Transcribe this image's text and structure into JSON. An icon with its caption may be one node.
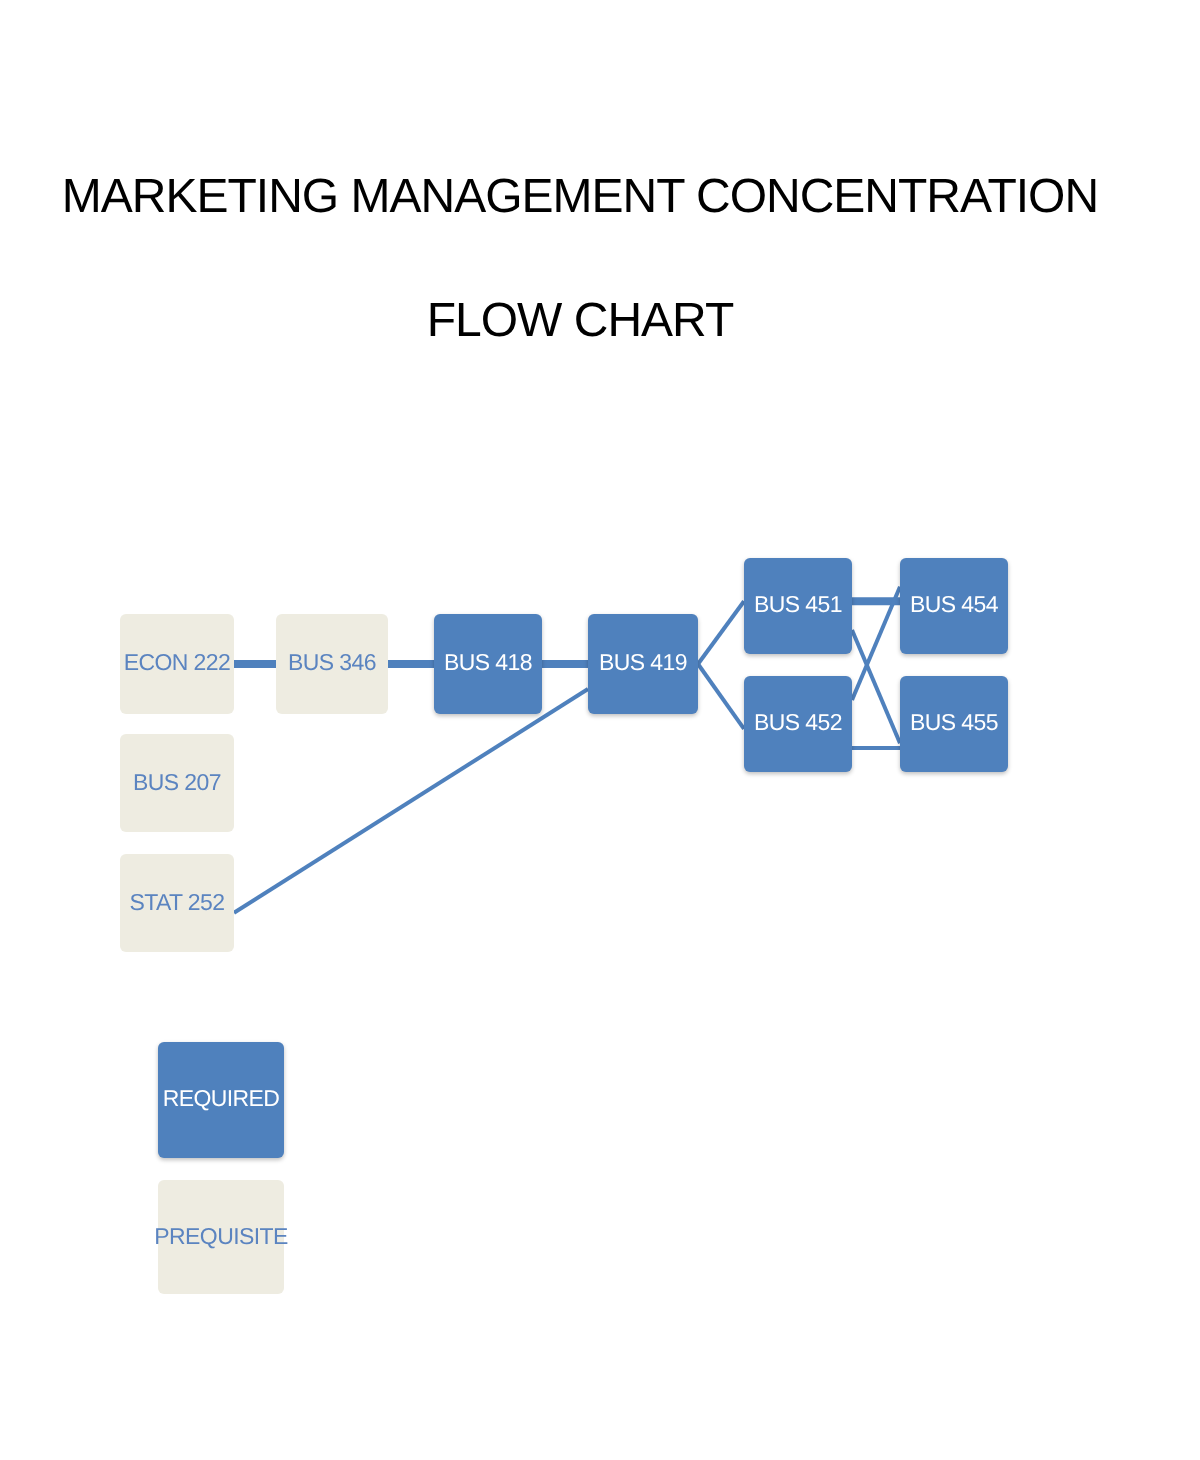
{
  "diagram": {
    "title": "MARKETING MANAGEMENT CONCENTRATION FLOW CHART",
    "nodes": [
      {
        "text": [
          "ECON 222"
        ]
      },
      {
        "text": [
          "BUS 346"
        ]
      },
      {
        "text": [
          "BUS 418"
        ]
      },
      {
        "text": [
          "BUS 419"
        ]
      },
      {
        "text": [
          "BUS 451"
        ]
      },
      {
        "text": [
          "BUS 454"
        ]
      },
      {
        "text": [
          "BUS 207"
        ]
      },
      {
        "text": [
          "BUS 452"
        ]
      },
      {
        "text": [
          "BUS 455"
        ]
      },
      {
        "text": [
          "STAT 252"
        ]
      }
    ],
    "edges": [
      {
        "from": 0,
        "to": 1,
        "arrow": "none",
        "style": "thick"
      },
      {
        "from": 1,
        "to": 2,
        "arrow": "none",
        "style": "thick"
      },
      {
        "from": 2,
        "to": 3,
        "arrow": "none",
        "style": "thick"
      },
      {
        "from": 9,
        "to": 3,
        "arrow": "none"
      },
      {
        "from": 3,
        "to": 4,
        "arrow": "none"
      },
      {
        "from": 3,
        "to": 7,
        "arrow": "none"
      },
      {
        "from": 4,
        "to": 5,
        "arrow": "none",
        "style": "thick"
      },
      {
        "from": 4,
        "to": 8,
        "arrow": "none"
      },
      {
        "from": 7,
        "to": 5,
        "arrow": "none"
      },
      {
        "from": 7,
        "to": 8,
        "arrow": "none"
      }
    ],
    "legend": [
      {
        "text": "REQUIRED",
        "color": "#4f81bd"
      },
      {
        "text": "PREQUISITE",
        "color": "#eeece1"
      }
    ]
  }
}
